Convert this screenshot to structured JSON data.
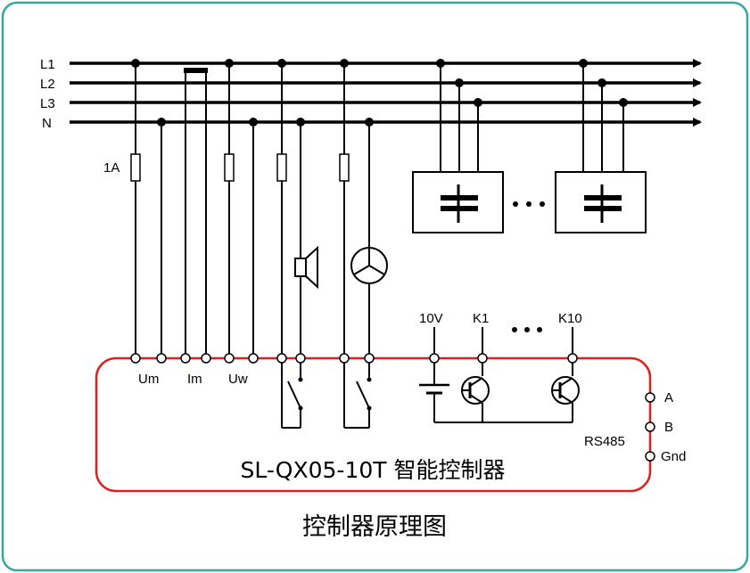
{
  "bus_labels": {
    "l1": "L1",
    "l2": "L2",
    "l3": "L3",
    "n": "N"
  },
  "fuse_label": "1A",
  "terminal_labels": {
    "um": "Um",
    "im": "Im",
    "uw": "Uw"
  },
  "output_labels": {
    "v10": "10V",
    "k1": "K1",
    "k10": "K10",
    "dots": "…"
  },
  "rs485": {
    "a": "A",
    "b": "B",
    "gnd": "Gnd",
    "name": "RS485"
  },
  "controller_name": "SL-QX05-10T 智能控制器",
  "caption": "控制器原理图",
  "colors": {
    "frame": "#3aa6a0",
    "controller_border": "#e02020",
    "wire": "#000000"
  }
}
